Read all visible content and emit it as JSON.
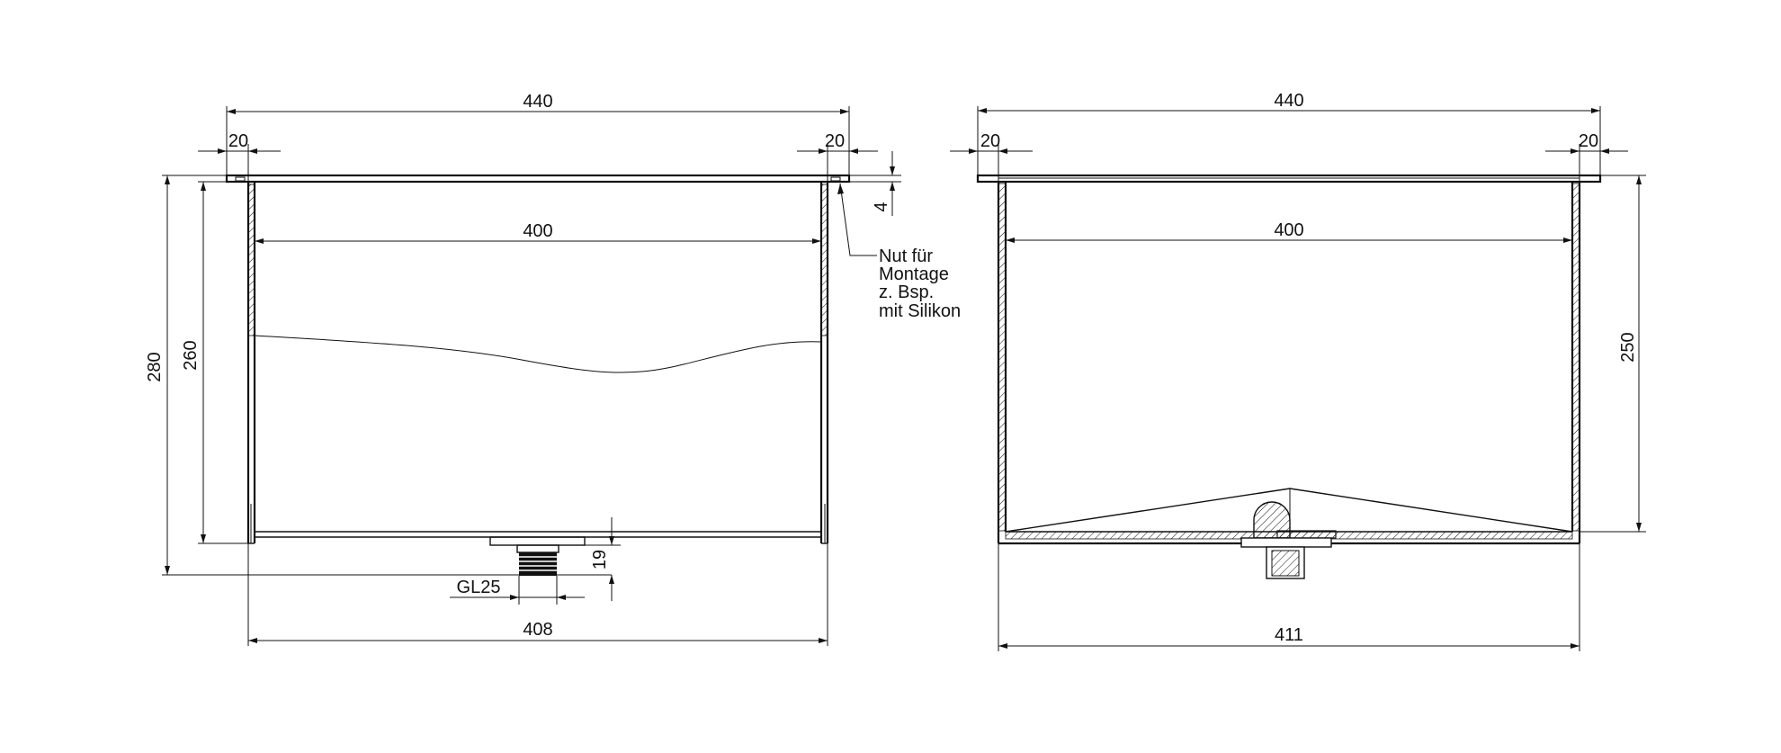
{
  "colors": {
    "line": "#111111",
    "background": "#ffffff"
  },
  "left_view": {
    "overall_width": "440",
    "flange_left": "20",
    "flange_right": "20",
    "groove_depth": "4",
    "inner_width": "400",
    "overall_height": "280",
    "inner_height": "260",
    "drain_height": "19",
    "drain_label": "GL25",
    "bottom_width": "408",
    "note_lines": [
      "Nut für",
      "Montage",
      "z. Bsp.",
      "mit Silikon"
    ]
  },
  "right_view": {
    "overall_width": "440",
    "flange_left": "20",
    "flange_right": "20",
    "inner_width": "400",
    "inner_height": "250",
    "bottom_width": "411"
  }
}
